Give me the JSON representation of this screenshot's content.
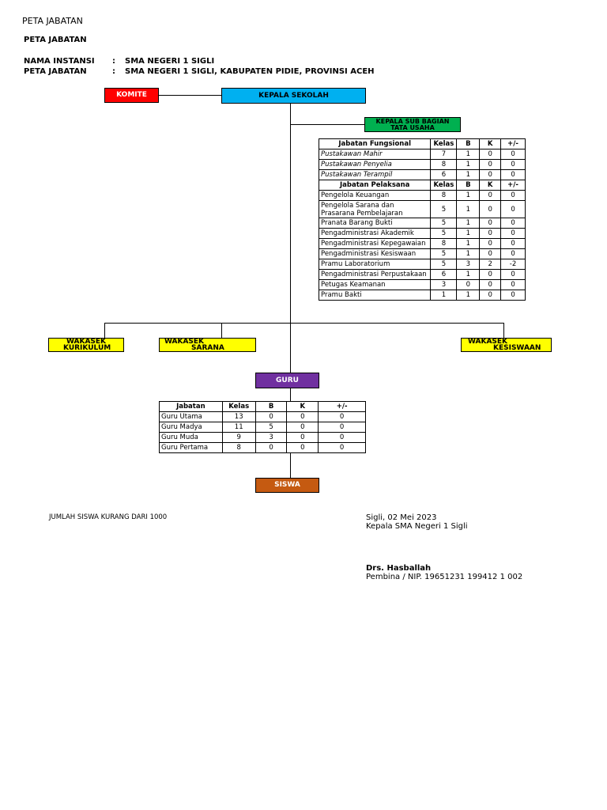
{
  "header": {
    "top_title": "PETA JABATAN",
    "title": "PETA JABATAN",
    "nama_instansi_label": "NAMA INSTANSI",
    "nama_instansi_value": "SMA NEGERI 1 SIGLI",
    "peta_jabatan_label": "PETA JABATAN",
    "peta_jabatan_value": "SMA NEGERI 1 SIGLI, KABUPATEN PIDIE, PROVINSI ACEH",
    "separator": ":"
  },
  "chart": {
    "komite": "KOMITE",
    "kepala_sekolah": "KEPALA SEKOLAH",
    "kasubag_tu_line1": "KEPALA SUB BAGIAN",
    "kasubag_tu_line2": "TATA USAHA",
    "wakasek_kurikulum_line1": "WAKASEK",
    "wakasek_kurikulum_line2": "KURIKULUM",
    "wakasek_sarana_line1": "WAKASEK",
    "wakasek_sarana_line2": "SARANA",
    "wakasek_kesiswaan_line1": "WAKASEK",
    "wakasek_kesiswaan_line2": "KESISWAAN",
    "guru": "GURU",
    "siswa": "SISWA",
    "colors": {
      "komite": "#ff0000",
      "kepala_sekolah": "#00b0f0",
      "kasubag_tu": "#00b050",
      "wakasek": "#ffff00",
      "guru": "#7030a0",
      "siswa": "#c55a11"
    }
  },
  "tu_table": {
    "fungsional_headers": [
      "Jabatan Fungsional",
      "Kelas",
      "B",
      "K",
      "+/-"
    ],
    "fungsional_rows": [
      [
        "Pustakawan Mahir",
        "7",
        "1",
        "0",
        "0"
      ],
      [
        "Pustakawan Penyelia",
        "8",
        "1",
        "0",
        "0"
      ],
      [
        "Pustakawan Terampil",
        "6",
        "1",
        "0",
        "0"
      ]
    ],
    "pelaksana_headers": [
      "Jabatan Pelaksana",
      "Kelas",
      "B",
      "K",
      "+/-"
    ],
    "pelaksana_rows": [
      [
        "Pengelola Keuangan",
        "8",
        "1",
        "0",
        "0"
      ],
      [
        "Pengelola Sarana dan Prasarana Pembelajaran",
        "5",
        "1",
        "0",
        "0"
      ],
      [
        "Pranata Barang Bukti",
        "5",
        "1",
        "0",
        "0"
      ],
      [
        "Pengadministrasi Akademik",
        "5",
        "1",
        "0",
        "0"
      ],
      [
        "Pengadministrasi Kepegawaian",
        "8",
        "1",
        "0",
        "0"
      ],
      [
        "Pengadministrasi Kesiswaan",
        "5",
        "1",
        "0",
        "0"
      ],
      [
        "Pramu Laboratorium",
        "5",
        "3",
        "2",
        "-2"
      ],
      [
        "Pengadministrasi Perpustakaan",
        "6",
        "1",
        "0",
        "0"
      ],
      [
        "Petugas Keamanan",
        "3",
        "0",
        "0",
        "0"
      ],
      [
        "Pramu Bakti",
        "1",
        "1",
        "0",
        "0"
      ]
    ]
  },
  "guru_table": {
    "headers": [
      "Jabatan",
      "Kelas",
      "B",
      "K",
      "+/-"
    ],
    "rows": [
      [
        "Guru Utama",
        "13",
        "0",
        "0",
        "0"
      ],
      [
        "Guru Madya",
        "11",
        "5",
        "0",
        "0"
      ],
      [
        "Guru Muda",
        "9",
        "3",
        "0",
        "0"
      ],
      [
        "Guru Pertama",
        "8",
        "0",
        "0",
        "0"
      ]
    ]
  },
  "footer": {
    "note": "JUMLAH SISWA KURANG DARI 1000",
    "place_date": "Sigli, 02 Mei 2023",
    "position": "Kepala SMA Negeri 1 Sigli",
    "name": "Drs. Hasballah",
    "nip": "Pembina / NIP. 19651231 199412 1 002"
  }
}
